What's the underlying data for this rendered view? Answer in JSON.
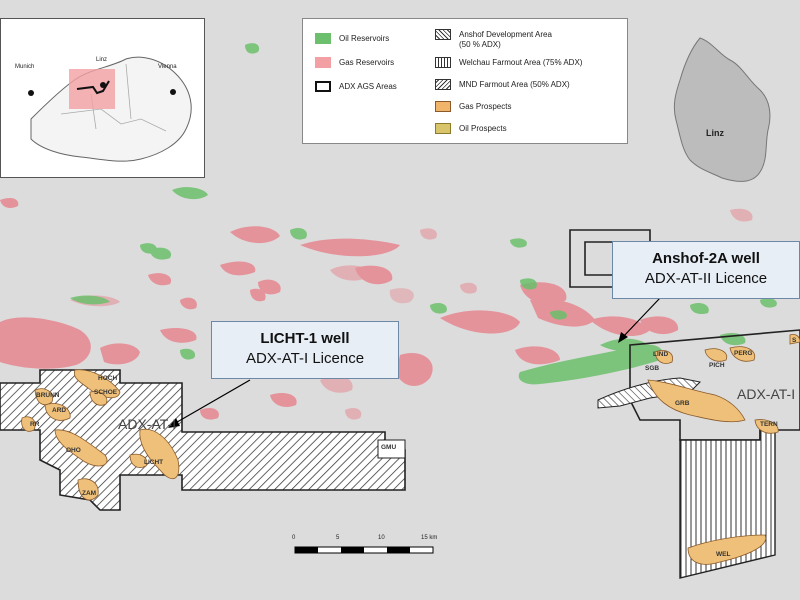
{
  "legend": {
    "left": [
      {
        "label": "Oil Reservoirs",
        "color": "#6cbf6c"
      },
      {
        "label": "Gas Reservoirs",
        "color": "#f2a0a4"
      },
      {
        "label": "ADX AGS Areas",
        "color": "#ffffff"
      }
    ],
    "right": [
      {
        "label": "Anshof Development Area",
        "sub": "(50 % ADX)"
      },
      {
        "label": "Welchau Farmout Area (75% ADX)"
      },
      {
        "label": "MND Farmout Area (50% ADX)"
      },
      {
        "label": "Gas Prospects",
        "color": "#f0b56a"
      },
      {
        "label": "Oil Prospects",
        "color": "#d8c56b"
      }
    ]
  },
  "inset": {
    "cities": [
      "Munich",
      "Linz",
      "Vienna"
    ]
  },
  "linz_map": {
    "label": "Linz"
  },
  "callouts": {
    "licht": {
      "title": "LICHT-1 well",
      "subtitle": "ADX-AT-I Licence"
    },
    "anshof": {
      "title": "Anshof-2A well",
      "subtitle": "ADX-AT-II Licence"
    }
  },
  "licence_labels": {
    "west": "ADX-AT-I",
    "east": "ADX-AT-I"
  },
  "prospects": [
    "BRUNN",
    "HOCH",
    "SCHOE",
    "ARD",
    "RR",
    "OHO",
    "LICHT",
    "ZAM",
    "GMU",
    "LIND",
    "SGB",
    "PERG",
    "PICH",
    "GRB",
    "TERN",
    "WEL",
    "S"
  ],
  "scale_bar": {
    "ticks": [
      "0",
      "5",
      "10",
      "15 km"
    ]
  }
}
